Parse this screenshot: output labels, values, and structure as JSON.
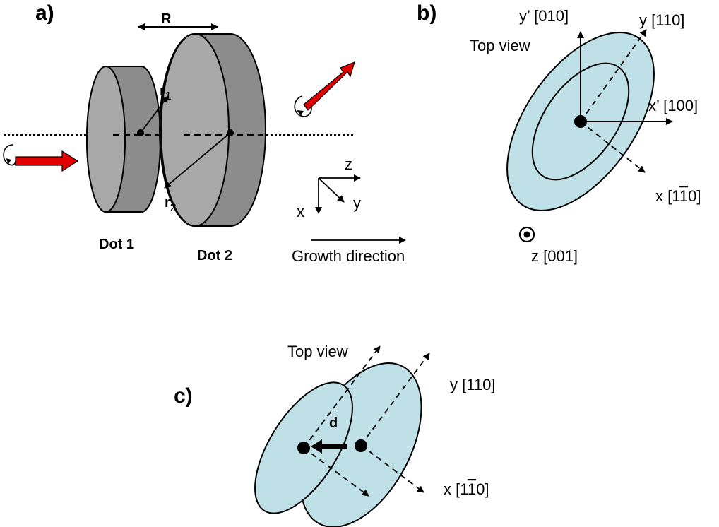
{
  "panel_a": {
    "label": "a)",
    "separation_label": "R",
    "r1": {
      "main": "r",
      "sub": "1"
    },
    "r2": {
      "main": "r",
      "sub": "2"
    },
    "dot1_label": "Dot 1",
    "dot2_label": "Dot 2",
    "axis_z": "z",
    "axis_y": "y",
    "axis_x": "x",
    "growth_label": "Growth direction"
  },
  "panel_b": {
    "label": "b)",
    "top_view": "Top view",
    "y_prime": "y’ [010]",
    "y_axis": "y [110]",
    "x_prime": "x’  [100]",
    "x_axis_prefix": "x [1",
    "x_axis_bar_digit": "1",
    "x_axis_suffix": "0]",
    "z_axis": "z [001]"
  },
  "panel_c": {
    "label": "c)",
    "top_view": "Top view",
    "y_axis": "y [110]",
    "d_label": "d",
    "x_axis_prefix": "x [1",
    "x_axis_bar_digit": "1",
    "x_axis_suffix": "0]"
  },
  "colors": {
    "ellipse_fill": "#bfe0e6",
    "disk_side": "#8c8c8c",
    "disk_face": "#a8a8a8",
    "spin_arrow": "#e00000"
  }
}
